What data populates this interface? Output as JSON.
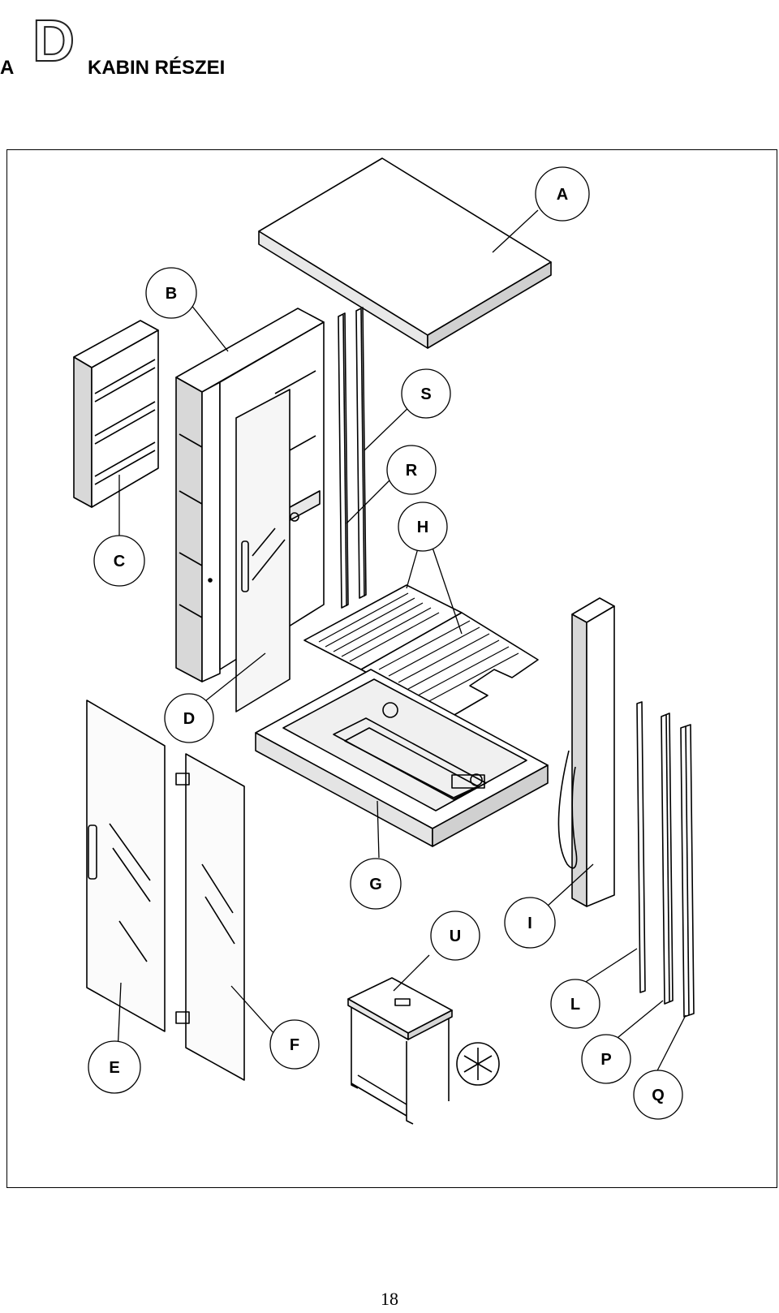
{
  "header": {
    "prefix": "A",
    "logo_letter": "D",
    "title": "KABIN RÉSZEI"
  },
  "diagram": {
    "callouts": [
      "A",
      "B",
      "C",
      "D",
      "E",
      "F",
      "G",
      "H",
      "I",
      "L",
      "P",
      "Q",
      "R",
      "S",
      "U"
    ]
  },
  "footer": {
    "page_number": "18"
  }
}
